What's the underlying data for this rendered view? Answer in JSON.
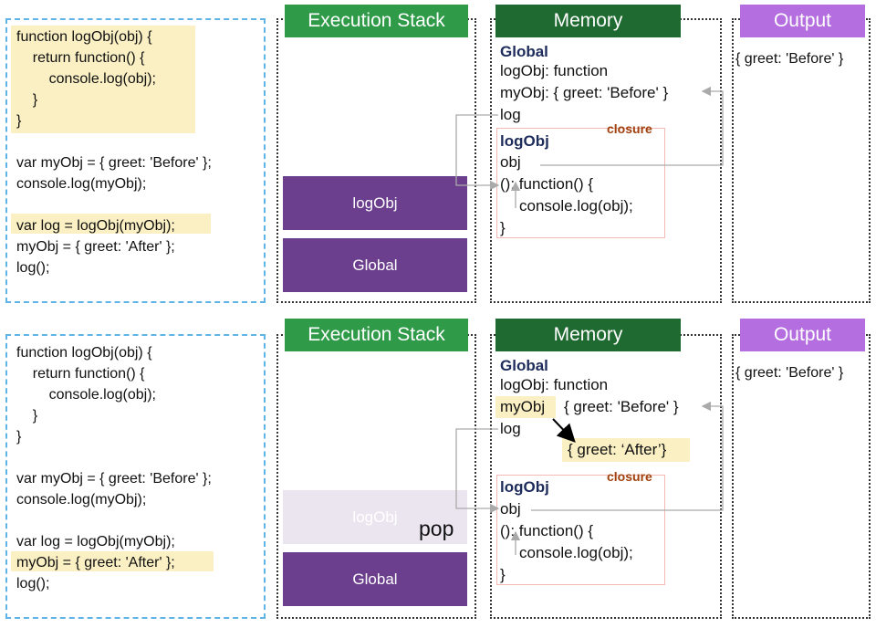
{
  "colors": {
    "code_border": "#5fb4e6",
    "highlight": "#fbf0c4",
    "execution_header": "#2f9b48",
    "memory_header": "#1f6a30",
    "output_header": "#b56ee0",
    "stack_box": "#6c3f8e",
    "stack_box_faded": "#ebe5f0",
    "closure_border": "#f4b9b5",
    "closure_label": "#a0400c"
  },
  "top": {
    "code": [
      "function logObj(obj) {",
      "    return function() {",
      "        console.log(obj);",
      "    }",
      "}",
      "var myObj = { greet: 'Before' };",
      "console.log(myObj);",
      "var log = logObj(myObj);",
      "myObj = { greet: 'After' };",
      "log();"
    ],
    "execution_stack": {
      "title": "Execution Stack",
      "frames": [
        "logObj",
        "Global"
      ]
    },
    "memory": {
      "title": "Memory",
      "global_label": "Global",
      "lines": [
        "logObj: function",
        "myObj: { greet: 'Before' }",
        "log"
      ],
      "closure_label": "closure",
      "closure_title": "logObj",
      "closure_lines": [
        "obj",
        "(): function() {",
        "console.log(obj);",
        "}"
      ]
    },
    "output": {
      "title": "Output",
      "text": "{ greet: 'Before' }"
    }
  },
  "bottom": {
    "code": [
      "function logObj(obj) {",
      "    return function() {",
      "        console.log(obj);",
      "    }",
      "}",
      "var myObj = { greet: 'Before' };",
      "console.log(myObj);",
      "var log = logObj(myObj);",
      "myObj = { greet: 'After' };",
      "log();"
    ],
    "execution_stack": {
      "title": "Execution Stack",
      "frames": [
        "logObj",
        "Global"
      ],
      "pop_label": "pop"
    },
    "memory": {
      "title": "Memory",
      "global_label": "Global",
      "myobj_key": "myObj",
      "myobj_value": "{ greet: 'Before' }",
      "lines": [
        "logObj: function",
        "log"
      ],
      "new_value": "{ greet: ‘After’}",
      "closure_label": "closure",
      "closure_title": "logObj",
      "closure_lines": [
        "obj",
        "(): function() {",
        "console.log(obj);",
        "}"
      ]
    },
    "output": {
      "title": "Output",
      "text": "{ greet: 'Before' }"
    }
  }
}
